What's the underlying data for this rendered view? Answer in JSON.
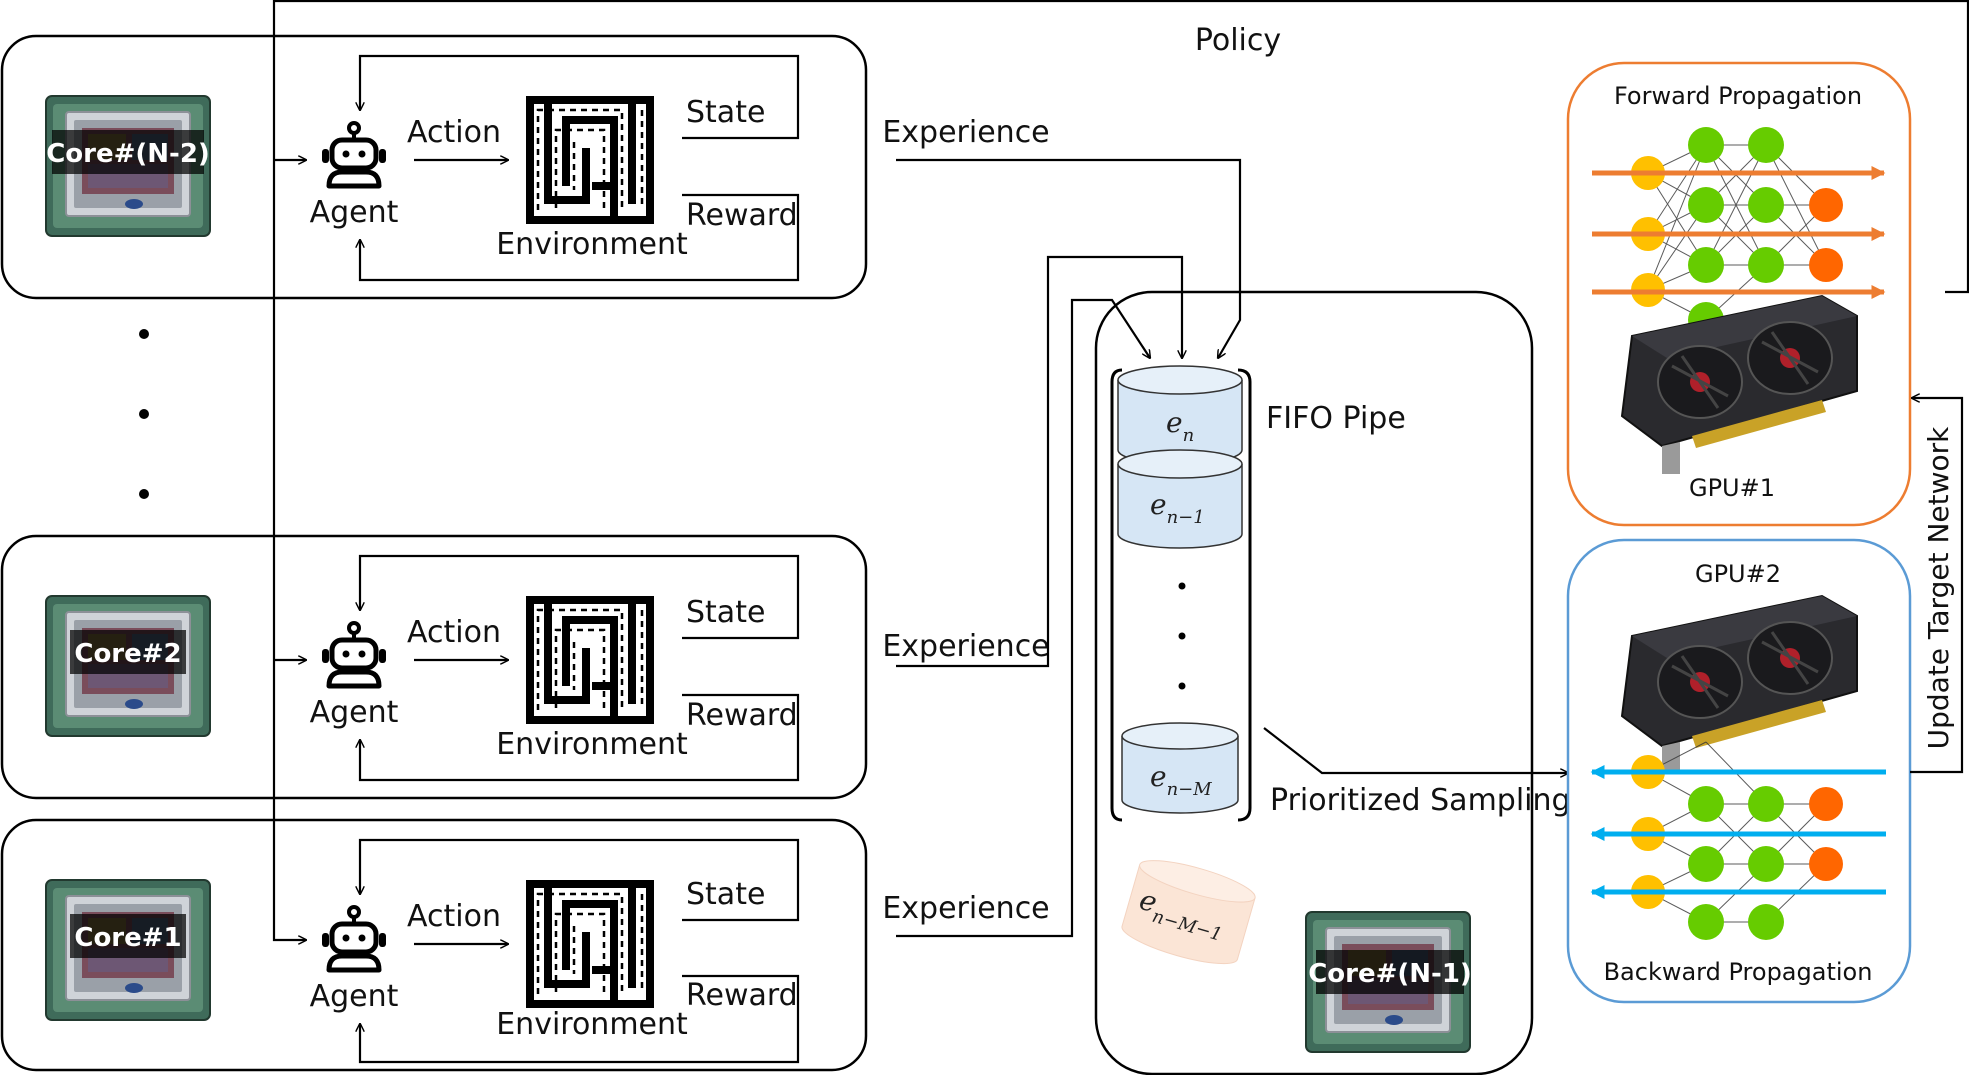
{
  "top_policy_label": "Policy",
  "core_blocks": [
    {
      "core_label": "Core#(N-2)",
      "agent_label": "Agent",
      "action_label": "Action",
      "state_label": "State",
      "reward_label": "Reward",
      "environment_label": "Environment",
      "experience_label": "Experience"
    },
    {
      "core_label": "Core#2",
      "agent_label": "Agent",
      "action_label": "Action",
      "state_label": "State",
      "reward_label": "Reward",
      "environment_label": "Environment",
      "experience_label": "Experience"
    },
    {
      "core_label": "Core#1",
      "agent_label": "Agent",
      "action_label": "Action",
      "state_label": "State",
      "reward_label": "Reward",
      "environment_label": "Environment",
      "experience_label": "Experience"
    }
  ],
  "pipe": {
    "title": "FIFO Pipe",
    "cells": [
      {
        "base": "e",
        "sub": "n"
      },
      {
        "base": "e",
        "sub": "n−1"
      },
      {
        "base": "e",
        "sub": "n−M"
      }
    ],
    "evicted": {
      "base": "e",
      "sub": "n−M−1"
    },
    "core_label": "Core#(N-1)",
    "sampling_label": "Prioritized Sampling"
  },
  "gpu1": {
    "title": "Forward Propagation",
    "label": "GPU#1",
    "border_color": "#ED7D31"
  },
  "gpu2": {
    "title": "GPU#2",
    "label": "Backward Propagation",
    "border_color": "#5B9BD5"
  },
  "update_label": "Update Target Network",
  "colors": {
    "forward_arrow": "#ED7D31",
    "backward_arrow": "#00AEEF",
    "input_node": "#FFC000",
    "hidden_node": "#66CC00",
    "output_node": "#FF6600",
    "pipe_cell": "#D6E6F5",
    "evicted_cell": "#FBE5D6"
  }
}
